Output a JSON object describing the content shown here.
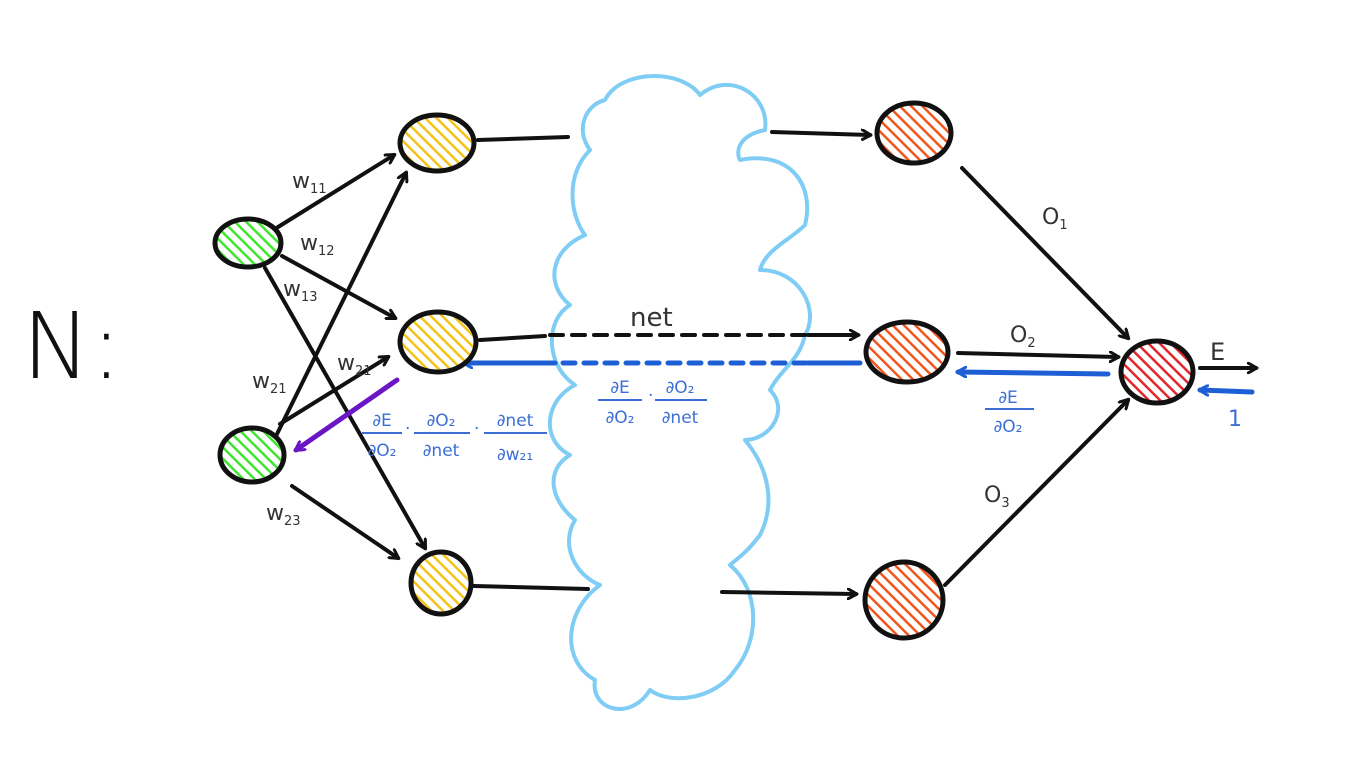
{
  "title": "N:",
  "weights": {
    "w11": {
      "base": "w",
      "sub": "11"
    },
    "w12": {
      "base": "w",
      "sub": "12"
    },
    "w13": {
      "base": "w",
      "sub": "13"
    },
    "w21": {
      "base": "w",
      "sub": "21"
    },
    "w22": {
      "base": "w",
      "sub": "21"
    },
    "w23": {
      "base": "w",
      "sub": "23"
    }
  },
  "outputs": {
    "o1": {
      "base": "O",
      "sub": "1"
    },
    "o2": {
      "base": "O",
      "sub": "2"
    },
    "o3": {
      "base": "O",
      "sub": "3"
    }
  },
  "net_label": "net",
  "error_label": "E",
  "backprop": {
    "grad_one": "1",
    "dE_dO2": {
      "num": "∂E",
      "den": "∂O₂"
    },
    "middle": {
      "num1": "∂E",
      "den1": "∂O₂",
      "num2": "∂O₂",
      "den2": "∂net"
    },
    "chain": {
      "num1": "∂E",
      "den1": "∂O₂",
      "num2": "∂O₂",
      "den2": "∂net",
      "num3": "∂net",
      "den3": "∂w₂₁"
    }
  },
  "colors": {
    "input": "#3ee62e",
    "hidden": "#f5c216",
    "output": "#f2561c",
    "error": "#e3252c",
    "cloud": "#7fcdf5",
    "backprop_blue": "#1f5fd6",
    "backprop_purple": "#6a16c4",
    "ink": "#111111"
  }
}
